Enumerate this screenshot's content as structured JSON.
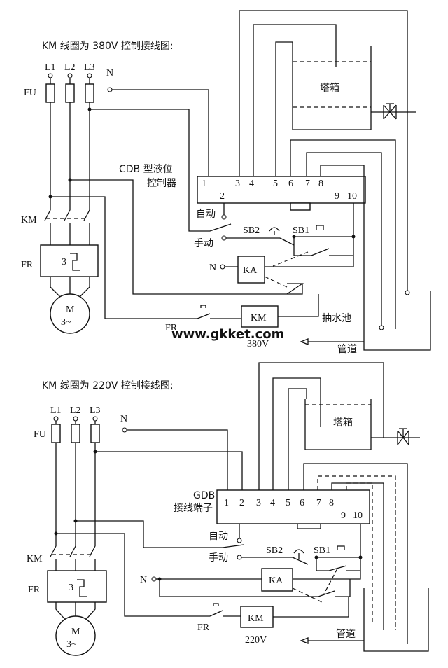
{
  "d1": {
    "title": "KM 线圈为 380V 控制接线图:",
    "phases": [
      "L1",
      "L2",
      "L3"
    ],
    "neutral": "N",
    "fuse": "FU",
    "contactor": "KM",
    "overload": "FR",
    "overload_poles": "3",
    "motor": "M",
    "motor_phase": "3~",
    "controller_line1": "CDB 型液位",
    "controller_line2": "控制器",
    "terminals_top": [
      "1",
      "3",
      "4",
      "5",
      "6",
      "7",
      "8"
    ],
    "terminal_2": "2",
    "terminal_9": "9",
    "terminal_10": "10",
    "auto": "自动",
    "manual": "手动",
    "sb2": "SB2",
    "sb1": "SB1",
    "relay": "KA",
    "relay_n": "N",
    "coil": "KM",
    "coil_voltage": "380V",
    "fr_contact": "FR",
    "tower_tank": "塔箱",
    "pool": "抽水池",
    "pipe": "管道"
  },
  "watermark": "www.gkket.com",
  "d2": {
    "title": "KM 线圈为 220V 控制接线图:",
    "phases": [
      "L1",
      "L2",
      "L3"
    ],
    "neutral": "N",
    "fuse": "FU",
    "contactor": "KM",
    "overload": "FR",
    "overload_poles": "3",
    "motor": "M",
    "motor_phase": "3~",
    "controller_line1": "GDB",
    "controller_line2": "接线端子",
    "terminals_top": [
      "1",
      "2",
      "3",
      "4",
      "5",
      "6",
      "7",
      "8"
    ],
    "terminal_9": "9",
    "terminal_10": "10",
    "auto": "自动",
    "manual": "手动",
    "sb2": "SB2",
    "sb1": "SB1",
    "relay": "KA",
    "relay_n": "N",
    "coil": "KM",
    "coil_voltage": "220V",
    "fr_contact": "FR",
    "tower_tank": "塔箱",
    "pipe": "管道"
  }
}
